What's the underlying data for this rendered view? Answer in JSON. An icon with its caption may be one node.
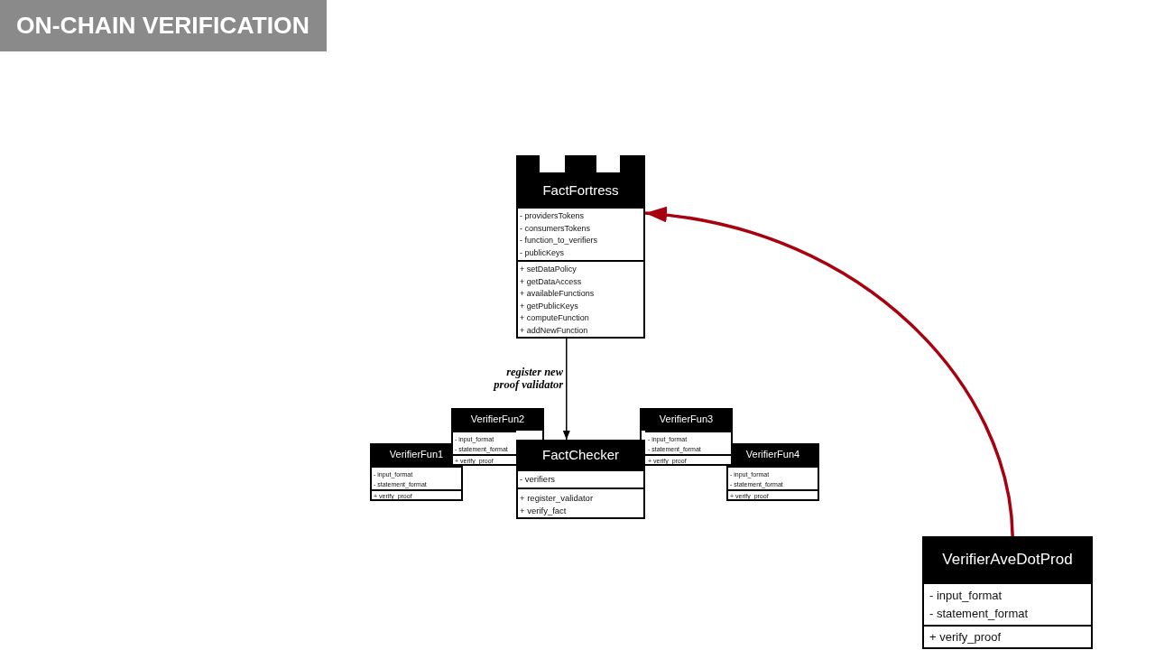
{
  "diagram": {
    "title": "ON-CHAIN VERIFICATION",
    "nodes": [
      {
        "text": [
          "FactFortress"
        ]
      },
      {
        "text": [
          "- providersTokens",
          "- consumersTokens",
          "- function_to_verifiers",
          "- publicKeys"
        ],
        "in": 0
      },
      {
        "text": [
          "+ setDataPolicy",
          "+ getDataAccess",
          "+ availableFunctions",
          "+ getPublicKeys",
          "+ computeFunction",
          "+ addNewFunction"
        ],
        "in": 0
      },
      {
        "text": [
          "VerifierFun2"
        ]
      },
      {
        "text": [
          "- input_format",
          "- statement_format"
        ],
        "in": 3
      },
      {
        "text": [
          "+ verify_proof"
        ],
        "in": 3
      },
      {
        "text": [
          "VerifierFun3"
        ]
      },
      {
        "text": [
          "- input_format",
          "- statement_format"
        ],
        "in": 6
      },
      {
        "text": [
          "+ verify_proof"
        ],
        "in": 6
      },
      {
        "text": [
          "VerifierFun1"
        ]
      },
      {
        "text": [
          "- input_format",
          "- statement_format"
        ],
        "in": 9
      },
      {
        "text": [
          "+ verify_proof"
        ],
        "in": 9
      },
      {
        "text": [
          "FactChecker"
        ]
      },
      {
        "text": [
          "- verifiers"
        ],
        "in": 12
      },
      {
        "text": [
          "+ register_validator",
          "+ verify_fact"
        ],
        "in": 12
      },
      {
        "text": [
          "VerifierFun4"
        ]
      },
      {
        "text": [
          "- input_format",
          "- statement_format"
        ],
        "in": 15
      },
      {
        "text": [
          "+ verify_proof"
        ],
        "in": 15
      },
      {
        "text": [
          "VerifierAveDotProd"
        ]
      },
      {
        "text": [
          "- input_format",
          "- statement_format"
        ],
        "in": 18
      },
      {
        "text": [
          "+ verify_proof"
        ],
        "in": 18
      }
    ],
    "edges": [
      {
        "from": 0,
        "to": 12,
        "arrow": "to",
        "label": "register new proof validator"
      },
      {
        "from": 18,
        "to": 0,
        "arrow": "to",
        "style": "thick",
        "color": "#a8000f"
      }
    ]
  }
}
